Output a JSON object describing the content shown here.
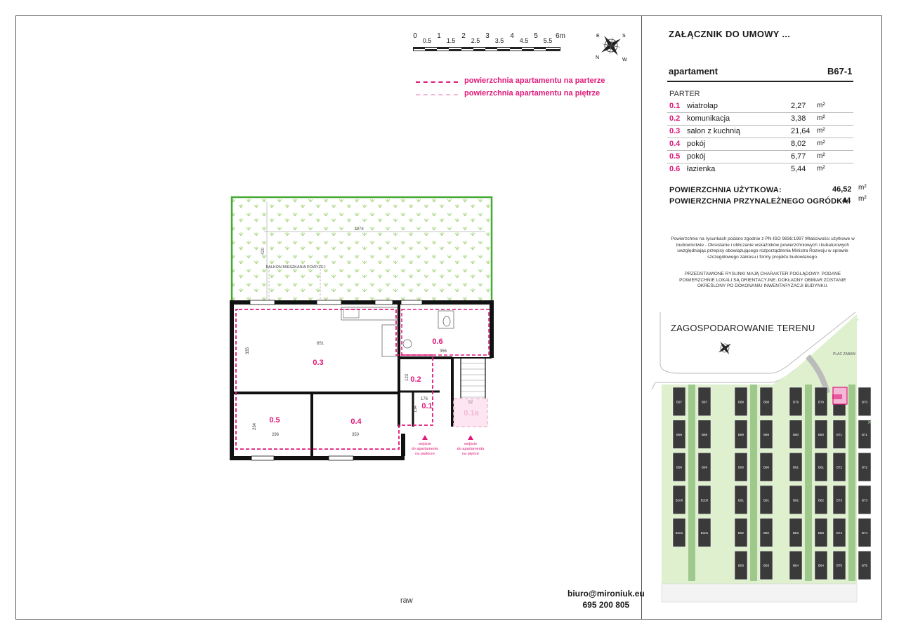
{
  "scale": {
    "labels_top": [
      "0",
      "1",
      "2",
      "3",
      "4",
      "5",
      "6m"
    ],
    "labels_sub": [
      "0.5",
      "1.5",
      "2.5",
      "3.5",
      "4.5",
      "5.5"
    ]
  },
  "compass": {
    "letters": [
      "E",
      "S",
      "W",
      "N"
    ]
  },
  "legend": {
    "ground_floor": "powierzchnia apartamentu  na parterze",
    "upper_floor": "powierzchnia apartamentu  na piętrze"
  },
  "plan": {
    "balcony_note": "BALKON MIESZKANIA POWYŻEJ",
    "dims": {
      "garden_width": "1078",
      "garden_depth": "420",
      "salon_width": "651",
      "salon_depth": "335",
      "bath_width": "356",
      "corr_depth": "123",
      "room5_width": "296",
      "room4_width": "350",
      "rooms_depth": "234",
      "entry_width": "176",
      "entry_depth": "134",
      "stair_width": "92"
    },
    "room_labels": [
      "0.3",
      "0.6",
      "0.2",
      "0.5",
      "0.4",
      "0.1",
      "0.1a"
    ],
    "entry_ground": [
      "wejście",
      "do apartamentu",
      "na parterze"
    ],
    "entry_upper": [
      "wejście",
      "do apartamentu",
      "na piętrze"
    ]
  },
  "document": {
    "title": "ZAŁĄCZNIK DO UMOWY ...",
    "apartment_label": "apartament",
    "apartment_code": "B67-1",
    "floor": "PARTER",
    "rooms": [
      {
        "no": "0.1",
        "name": "wiatrołap",
        "area": "2,27",
        "unit": "m²"
      },
      {
        "no": "0.2",
        "name": "komunikacja",
        "area": "3,38",
        "unit": "m²"
      },
      {
        "no": "0.3",
        "name": "salon z kuchnią",
        "area": "21,64",
        "unit": "m²"
      },
      {
        "no": "0.4",
        "name": "pokój",
        "area": "8,02",
        "unit": "m²"
      },
      {
        "no": "0.5",
        "name": "pokój",
        "area": "6,77",
        "unit": "m²"
      },
      {
        "no": "0.6",
        "name": "łazienka",
        "area": "5,44",
        "unit": "m²"
      }
    ],
    "usable_label": "POWIERZCHNIA UŻYTKOWA:",
    "usable_value": "46,52",
    "garden_label": "POWIERZCHNIA PRZYNALEŻNEGO  OGRÓDKA:",
    "garden_value": "44",
    "unit": "m²",
    "note1": "Powierzchnie na rysunkach podano zgodnie z PN-ISO 9836:1997 Właściwości użytkowe w budownictwie - Określanie i obliczanie wskaźników powierzchniowych i kubaturowych uwzględniając przepisy obowiązującego rozporządzenia Ministra Rozwoju w sprawie szczegółowego zakresu i formy projektu budowlanego.",
    "note2": "PRZEDSTAWIONE RYSUNKI MAJĄ CHARAKTER POGLĄDOWY. PODANE POWIERZCHNIE LOKALI SĄ ORIENTACYJNE. DOKŁADNY OBMIAR ZOSTANIE OKREŚLONY PO DOKONANIU INWENTARYZACJI BUDYNKU."
  },
  "site": {
    "title": "ZAGOSPODAROWANIE TERENU",
    "playground": "PLAC ZABAW",
    "buildings": [
      [
        "B97",
        "B98",
        "B99",
        "B100",
        "B101"
      ],
      [
        "B88",
        "B89",
        "B90",
        "B91",
        "B92",
        "B93"
      ],
      [
        "B79",
        "B80",
        "B81",
        "B82",
        "B83",
        "B84"
      ],
      [
        "B70",
        "B71",
        "B72",
        "B73",
        "B74",
        "B75"
      ]
    ]
  },
  "contact": {
    "email": "biuro@mironiuk.eu",
    "phone": "695 200 805",
    "footer_fragment": "raw"
  },
  "colors": {
    "accent": "#e0187a",
    "accent_light": "#f3b8d6",
    "garden_green": "#44aa33",
    "site_green": "#dff0cf"
  }
}
